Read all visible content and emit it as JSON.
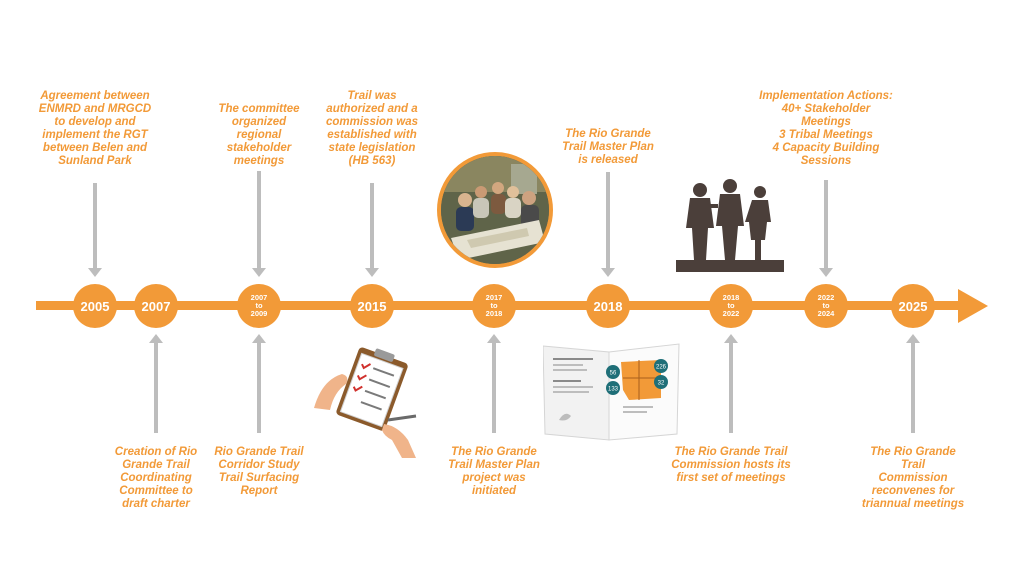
{
  "colors": {
    "accent": "#f29a38",
    "connector": "#bdbdbd",
    "background": "#ffffff"
  },
  "milestones": [
    {
      "label": "2005"
    },
    {
      "label": "2007"
    },
    {
      "label": "2007\nto\n2009"
    },
    {
      "label": "2015"
    },
    {
      "label": "2017\nto\n2018"
    },
    {
      "label": "2018"
    },
    {
      "label": "2018\nto\n2022"
    },
    {
      "label": "2022\nto\n2024"
    },
    {
      "label": "2025"
    }
  ],
  "events_above": [
    "Agreement between\nENMRD and MRGCD\nto develop and\nimplement the RGT\nbetween Belen and\nSunland Park",
    "The committee\norganized\nregional\nstakeholder\nmeetings",
    "Trail was\nauthorized and a\ncommission was\nestablished with\nstate legislation\n(HB 563)",
    "The Rio Grande\nTrail Master Plan\nis released",
    "Implementation Actions:\n40+ Stakeholder\nMeetings\n3 Tribal Meetings\n4 Capacity Building\nSessions"
  ],
  "events_below": [
    "Creation of Rio\nGrande Trail\nCoordinating\nCommittee to\ndraft charter",
    "Rio Grande Trail\nCorridor Study\nTrail Surfacing\nReport",
    "The Rio Grande\nTrail Master Plan\nproject was\ninitiated",
    "The Rio Grande Trail\nCommission hosts its\nfirst set of meetings",
    "The Rio Grande Trail\nCommission\nreconvenes for\ntriannual meetings"
  ],
  "brochure": {
    "badges": [
      "226",
      "32",
      "56",
      "133"
    ]
  },
  "illustrations": [
    "meeting-photo",
    "clipboard-icon",
    "master-plan-brochure",
    "people-silhouettes"
  ]
}
